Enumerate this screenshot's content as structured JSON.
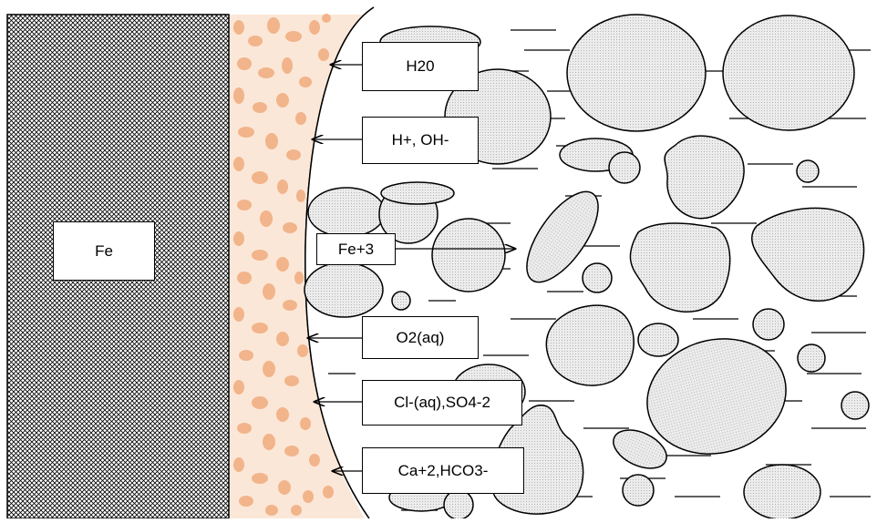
{
  "diagram": {
    "metal_label": "Fe",
    "species": [
      {
        "id": "water",
        "label": "H20",
        "direction": "in"
      },
      {
        "id": "hydrogen-hydroxide",
        "label": "H+, OH-",
        "direction": "in"
      },
      {
        "id": "ferric-iron",
        "label": "Fe+3",
        "direction": "out"
      },
      {
        "id": "dissolved-oxygen",
        "label": "O2(aq)",
        "direction": "in"
      },
      {
        "id": "chloride-sulfate",
        "label": "Cl-(aq),SO4-2",
        "direction": "in"
      },
      {
        "id": "calcium-bicarbonate",
        "label": "Ca+2,HCO3-",
        "direction": "in"
      }
    ]
  },
  "colors": {
    "metal_hatch": "#000000",
    "corrosion_layer": "#f2b48a",
    "particle_fill": "#e6e6e6",
    "outline": "#000000"
  }
}
